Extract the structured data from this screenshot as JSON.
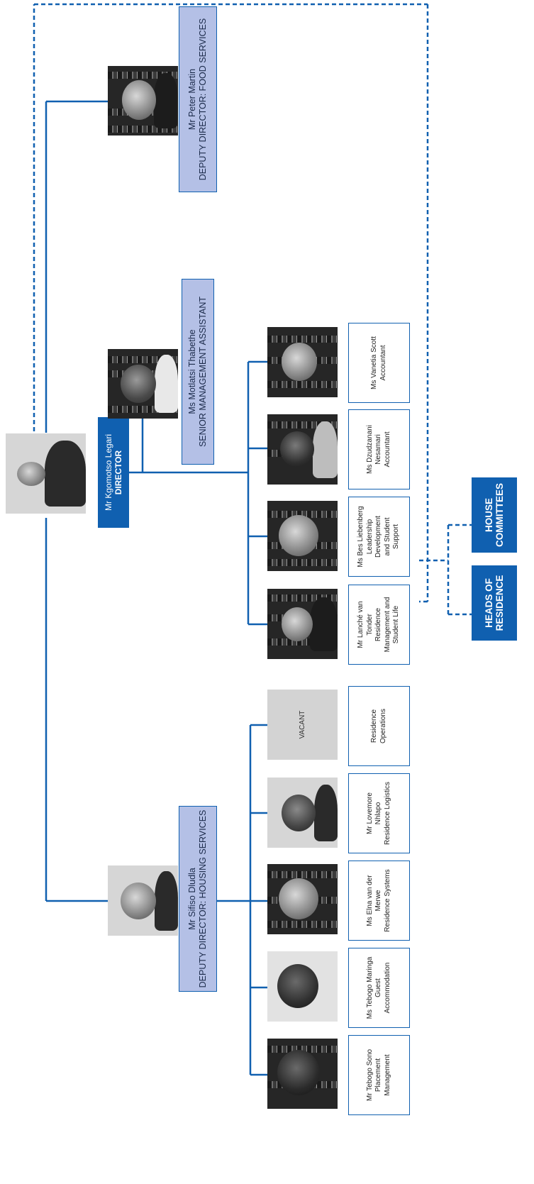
{
  "director": {
    "name": "Mr Kgomotso Legari",
    "title": "DIRECTOR"
  },
  "managers": [
    {
      "name": "Mr Peter Martin",
      "title": "DEPUTY DIRECTOR: FOOD SERVICES"
    },
    {
      "name": "Ms Motlatsi Thabethe",
      "title": "SENIOR MANAGEMENT ASSISTANT"
    },
    {
      "name": "Mr Sifiso Dludla",
      "title": "DEPUTY DIRECTOR: HOUSING SERVICES"
    }
  ],
  "student_staff": [
    {
      "lines": [
        "Ms Vanetia Scott",
        "Accountant"
      ]
    },
    {
      "lines": [
        "Ms Dzudzanani",
        "Nesamari",
        "Accountant"
      ]
    },
    {
      "lines": [
        "Ms Bes Liebenberg",
        "Leadership",
        "Development",
        "and Student",
        "Support"
      ]
    },
    {
      "lines": [
        "Mr Lanché van",
        "Tonder",
        "Residence",
        "Management and",
        "Student Life"
      ]
    }
  ],
  "housing_staff": [
    {
      "lines": [
        "Residence",
        "Operations"
      ]
    },
    {
      "lines": [
        "Mr Lovemore",
        "Nhlapo",
        "Residence Logistics"
      ]
    },
    {
      "lines": [
        "Ms Elna van der",
        "Merwe",
        "Residence Systems"
      ]
    },
    {
      "lines": [
        "Ms Tebogo Maringa",
        "Guest",
        "Accommodation"
      ]
    },
    {
      "lines": [
        "Mr Tebogo Sono",
        "Placement",
        "Management"
      ]
    }
  ],
  "vacant_label": "VACANT",
  "committees": [
    {
      "lines": [
        "HOUSE",
        "COMMITTEES"
      ]
    },
    {
      "lines": [
        "HEADS OF",
        "RESIDENCE"
      ]
    }
  ],
  "colors": {
    "line": "#1060b0",
    "director_fill": "#1060b0",
    "manager_fill": "#b4c0e6"
  }
}
